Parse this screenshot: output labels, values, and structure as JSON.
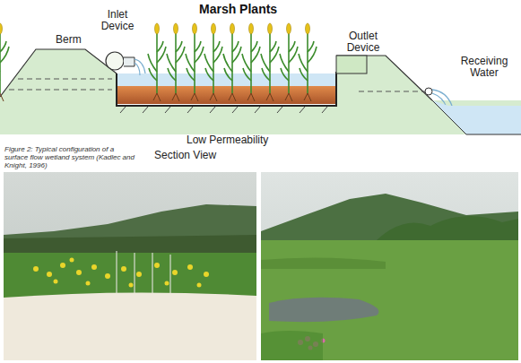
{
  "diagram": {
    "title": "Marsh Plants",
    "caption": "Figure 2: Typical configuration of a surface flow wetland system (Kadlec and Knight, 1996)",
    "labels": [
      "Berm",
      "Inlet Device",
      "Outlet Device",
      "Receiving Water",
      "Low Permeability",
      "Section View"
    ]
  }
}
